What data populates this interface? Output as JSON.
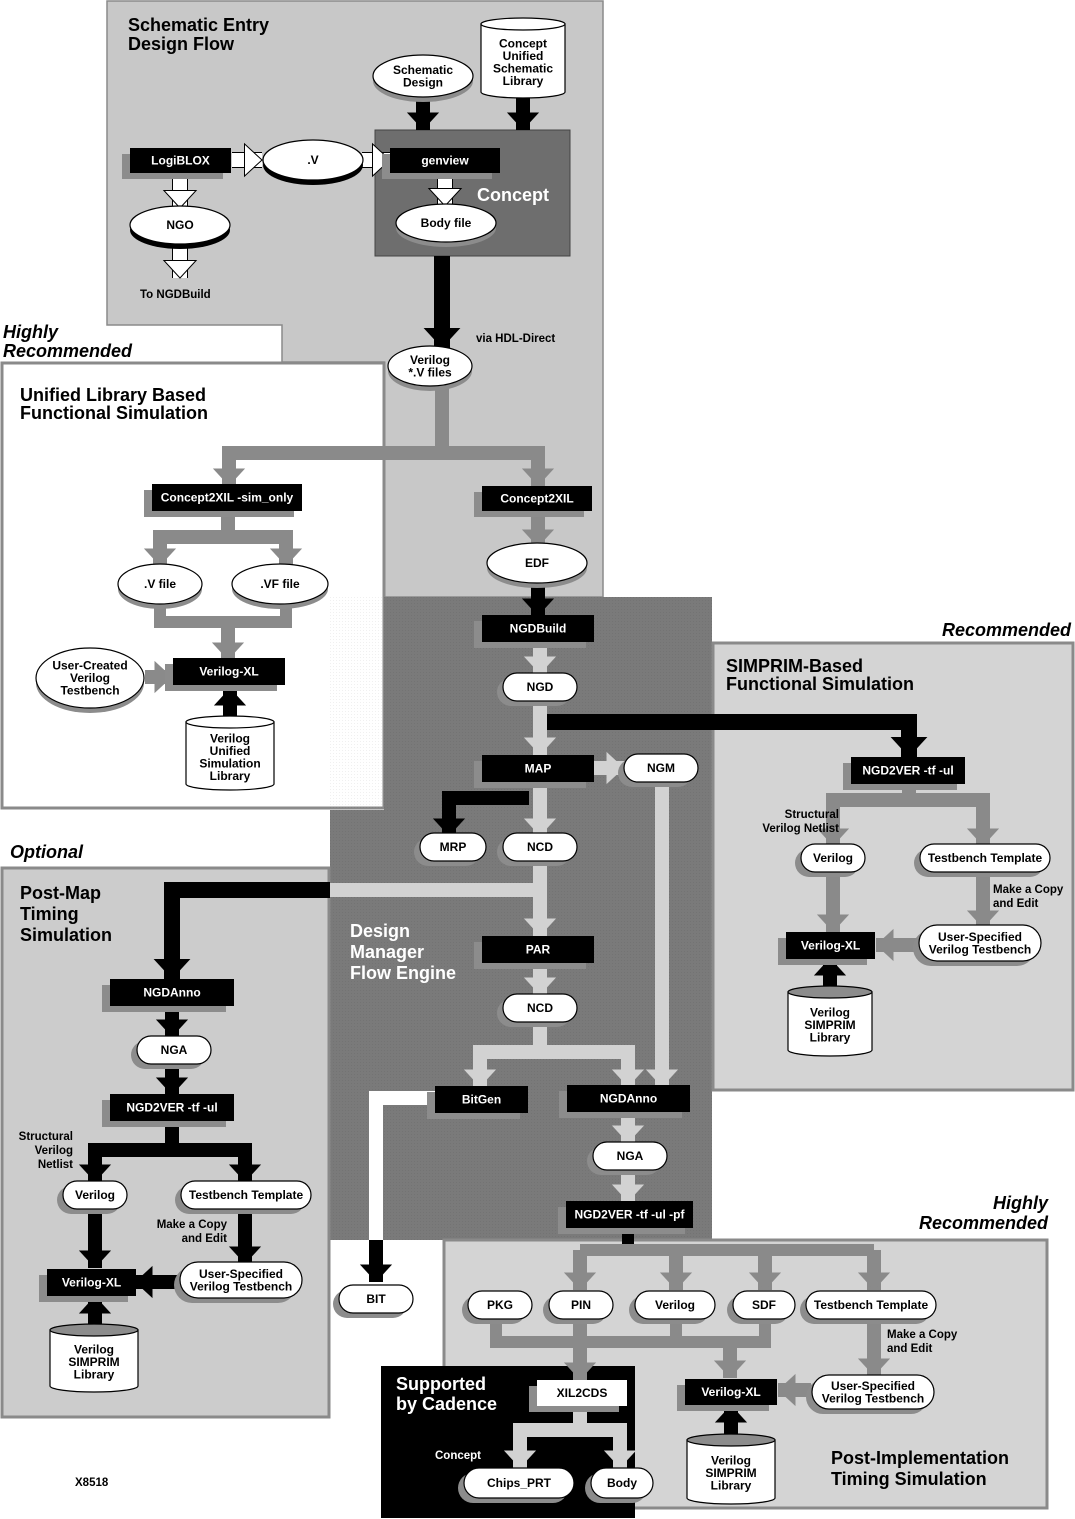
{
  "figure_id": "X8518",
  "colors": {
    "panel_schematic": "#c8c8c8",
    "panel_design_manager": "#7a7a7a",
    "panel_concept": "#6e6e6e",
    "panel_light": "#d4d4d4",
    "panel_white": "#ffffff",
    "panel_cadence": "#000000",
    "arrow_dark": "#000000",
    "arrow_mid": "#8a8a8a",
    "arrow_light": "#d2d2d2",
    "node_dark": "#000000",
    "node_light": "#ffffff",
    "shadow": "#8c8c8c"
  },
  "sections": {
    "schematic_entry": {
      "title_line1": "Schematic Entry",
      "title_line2": "Design Flow"
    },
    "concept": {
      "title": "Concept"
    },
    "unified_library": {
      "tag_line1": "Highly",
      "tag_line2": "Recommended",
      "title_line1": "Unified Library Based",
      "title_line2": "Functional Simulation"
    },
    "simprim_functional": {
      "tag": "Recommended",
      "title_line1": "SIMPRIM-Based",
      "title_line2": "Functional Simulation"
    },
    "post_map": {
      "tag": "Optional",
      "title_line1": "Post-Map",
      "title_line2": "Timing",
      "title_line3": "Simulation"
    },
    "design_manager": {
      "title_line1": "Design",
      "title_line2": "Manager",
      "title_line3": "Flow Engine"
    },
    "post_implementation": {
      "tag_line1": "Highly",
      "tag_line2": "Recommended",
      "title_line1": "Post-Implementation",
      "title_line2": "Timing Simulation"
    },
    "cadence": {
      "title_line1": "Supported",
      "title_line2": "by Cadence"
    }
  },
  "nodes": {
    "schematic_design": {
      "line1": "Schematic",
      "line2": "Design"
    },
    "concept_library": {
      "line1": "Concept",
      "line2": "Unified",
      "line3": "Schematic",
      "line4": "Library"
    },
    "logiblox": "LogiBLOX",
    "dot_v": ".V",
    "genview": "genview",
    "body_file": "Body file",
    "ngo": "NGO",
    "to_ngdbuild": "To NGDBuild",
    "via_hdl_direct": "via HDL-Direct",
    "verilog_v_files": {
      "line1": "Verilog",
      "line2": "*.V files"
    },
    "concept2xil_sim_only": "Concept2XIL  -sim_only",
    "concept2xil": "Concept2XIL",
    "v_file": ".V file",
    "vf_file": ".VF file",
    "user_created_testbench": {
      "line1": "User-Created",
      "line2": "Verilog",
      "line3": "Testbench"
    },
    "verilog_xl_unified": "Verilog-XL",
    "unified_sim_library": {
      "line1": "Verilog",
      "line2": "Unified",
      "line3": "Simulation",
      "line4": "Library"
    },
    "edf": "EDF",
    "ngdbuild": "NGDBuild",
    "ngd": "NGD",
    "map": "MAP",
    "ngm": "NGM",
    "mrp": "MRP",
    "ncd_map": "NCD",
    "par": "PAR",
    "ncd_par": "NCD",
    "bitgen": "BitGen",
    "ngdanno_impl": "NGDAnno",
    "nga_impl": "NGA",
    "ngd2ver_impl": "NGD2VER -tf -ul -pf",
    "bit": "BIT",
    "func_ngd2ver": "NGD2VER -tf -ul",
    "func_structural": {
      "line1": "Structural",
      "line2": "Verilog Netlist"
    },
    "func_verilog": "Verilog",
    "func_testbench_template": "Testbench Template",
    "func_make_copy": {
      "line1": "Make a Copy",
      "line2": "and Edit"
    },
    "func_user_testbench": {
      "line1": "User-Specified",
      "line2": "Verilog Testbench"
    },
    "func_verilog_xl": "Verilog-XL",
    "func_simprim_library": {
      "line1": "Verilog",
      "line2": "SIMPRIM",
      "line3": "Library"
    },
    "pm_ngdanno": "NGDAnno",
    "pm_nga": "NGA",
    "pm_ngd2ver": "NGD2VER -tf -ul",
    "pm_structural": {
      "line1": "Structural",
      "line2": "Verilog",
      "line3": "Netlist"
    },
    "pm_verilog": "Verilog",
    "pm_testbench_template": "Testbench Template",
    "pm_make_copy": {
      "line1": "Make a Copy",
      "line2": "and Edit"
    },
    "pm_user_testbench": {
      "line1": "User-Specified",
      "line2": "Verilog Testbench"
    },
    "pm_verilog_xl": "Verilog-XL",
    "pm_simprim_library": {
      "line1": "Verilog",
      "line2": "SIMPRIM",
      "line3": "Library"
    },
    "pi_pkg": "PKG",
    "pi_pin": "PIN",
    "pi_verilog": "Verilog",
    "pi_sdf": "SDF",
    "pi_testbench_template": "Testbench Template",
    "pi_make_copy": {
      "line1": "Make a Copy",
      "line2": "and Edit"
    },
    "pi_user_testbench": {
      "line1": "User-Specified",
      "line2": "Verilog Testbench"
    },
    "pi_verilog_xl": "Verilog-XL",
    "pi_simprim_library": {
      "line1": "Verilog",
      "line2": "SIMPRIM",
      "line3": "Library"
    },
    "xil2cds": "XIL2CDS",
    "concept_label": "Concept",
    "chips_prt": "Chips_PRT",
    "body": "Body"
  }
}
